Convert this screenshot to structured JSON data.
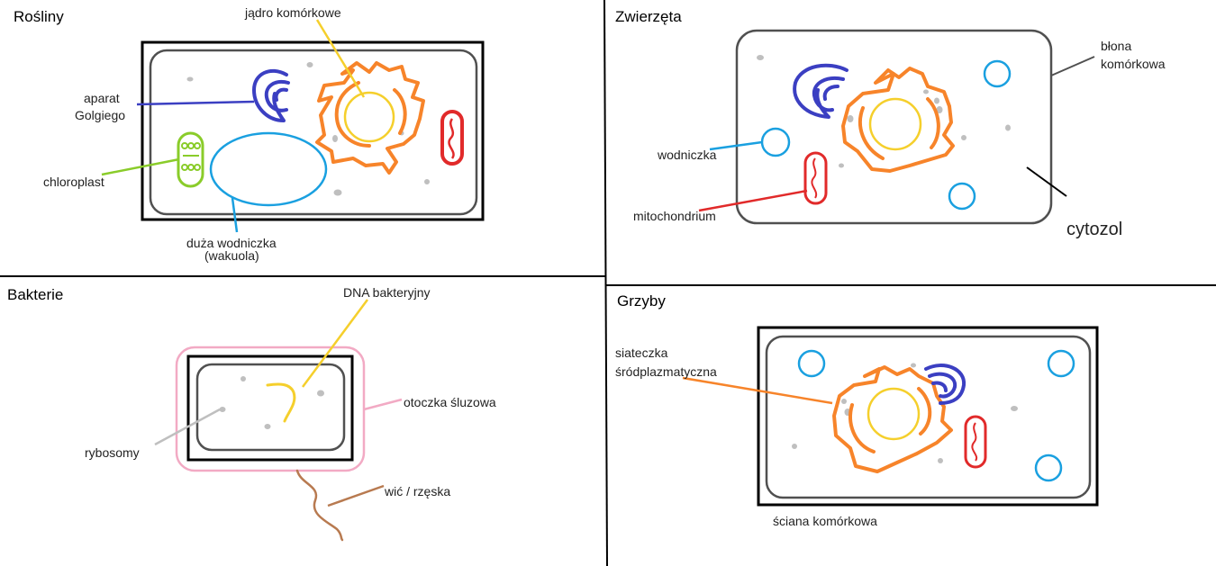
{
  "colors": {
    "outline": "#000000",
    "membrane": "#505050",
    "golgi": "#3b3fc2",
    "nucleus_er": "#f7842a",
    "nucleus": "#f5cf2c",
    "chloroplast": "#8acc2a",
    "vacuole": "#1aa0e0",
    "mitochondrion": "#e12a2a",
    "ribosome": "#bfbfbf",
    "capsule": "#f2aac4",
    "flagellum": "#b87a50"
  },
  "panels": {
    "plants": {
      "title": "Rośliny",
      "labels": {
        "nucleus": "jądro komórkowe",
        "golgi_1": "aparat",
        "golgi_2": "Golgiego",
        "chloroplast": "chloroplast",
        "vacuole_1": "duża wodniczka",
        "vacuole_2": "(wakuola)"
      }
    },
    "animals": {
      "title": "Zwierzęta",
      "labels": {
        "membrane_1": "błona",
        "membrane_2": "komórkowa",
        "vacuole": "wodniczka",
        "mitochondrion": "mitochondrium",
        "cytosol": "cytozol"
      }
    },
    "bacteria": {
      "title": "Bakterie",
      "labels": {
        "dna": "DNA bakteryjny",
        "capsule": "otoczka śluzowa",
        "ribosomes": "rybosomy",
        "flagellum": "wić / rzęska"
      }
    },
    "fungi": {
      "title": "Grzyby",
      "labels": {
        "er_1": "siateczka",
        "er_2": "śródplazmatyczna",
        "wall": "ściana komórkowa"
      }
    }
  }
}
